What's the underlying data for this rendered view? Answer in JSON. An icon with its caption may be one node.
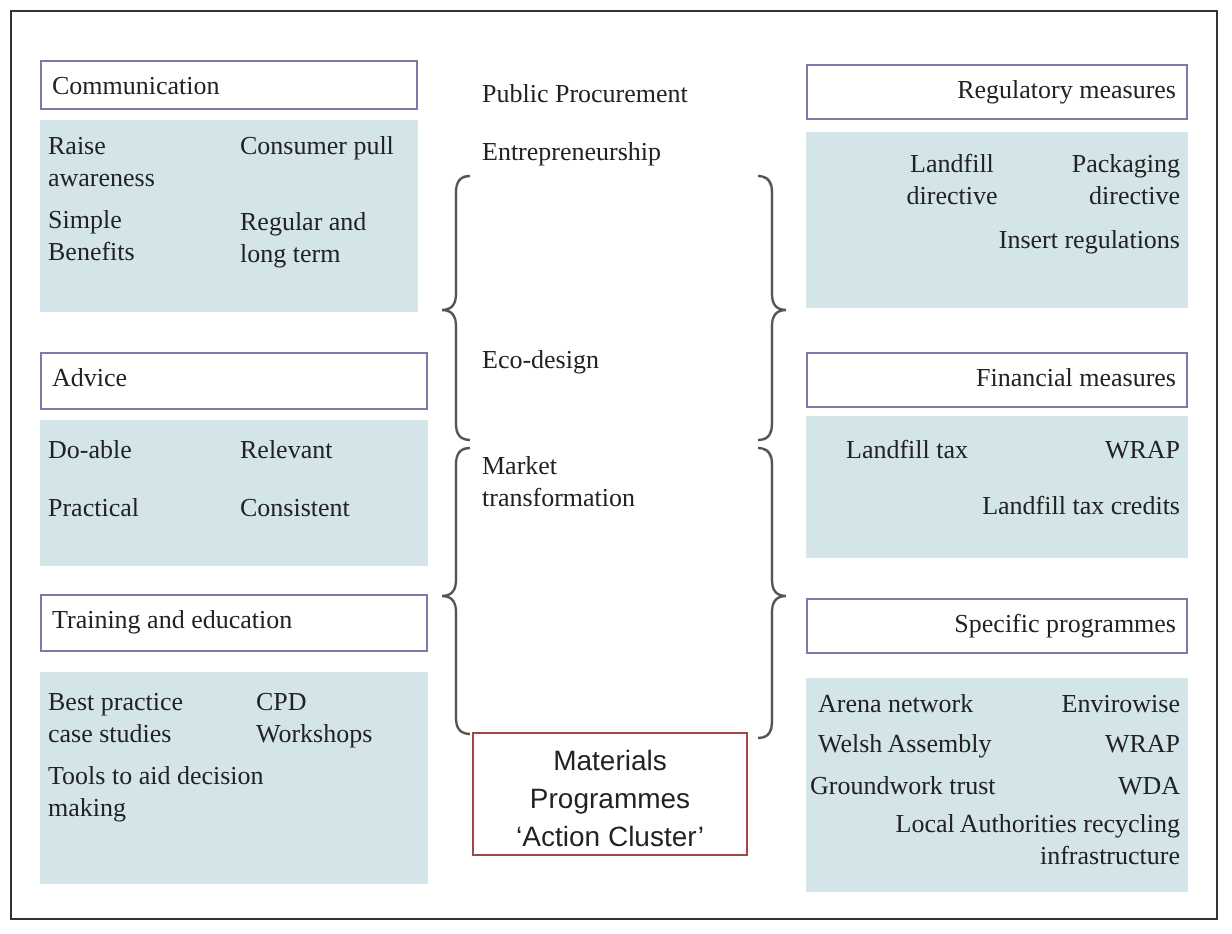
{
  "diagram": {
    "nodes": [
      {
        "text": [
          "Communication"
        ]
      },
      {
        "text": [
          "Raise awareness",
          "Consumer pull",
          "Simple Benefits",
          "Regular and long term"
        ]
      },
      {
        "text": [
          "Advice"
        ]
      },
      {
        "text": [
          "Do-able",
          "Relevant",
          "Practical",
          "Consistent"
        ]
      },
      {
        "text": [
          "Training and education"
        ]
      },
      {
        "text": [
          "Best practice case studies",
          "CPD Workshops",
          "Tools to aid decision making"
        ]
      },
      {
        "text": [
          "Regulatory measures"
        ]
      },
      {
        "text": [
          "Landfill directive",
          "Packaging directive",
          "Insert regulations"
        ]
      },
      {
        "text": [
          "Financial measures"
        ]
      },
      {
        "text": [
          "Landfill tax",
          "WRAP",
          "Landfill tax credits"
        ]
      },
      {
        "text": [
          "Specific programmes"
        ]
      },
      {
        "text": [
          "Arena network",
          "Envirowise",
          "Welsh Assembly",
          "WRAP",
          "Groundwork trust",
          "WDA",
          "Local Authorities recycling infrastructure"
        ]
      },
      {
        "text": [
          "Materials Programmes ‘Action Cluster’"
        ]
      }
    ],
    "labels": [
      "Public Procurement",
      "Entrepreneurship",
      "Eco-design",
      "Market transformation"
    ]
  }
}
